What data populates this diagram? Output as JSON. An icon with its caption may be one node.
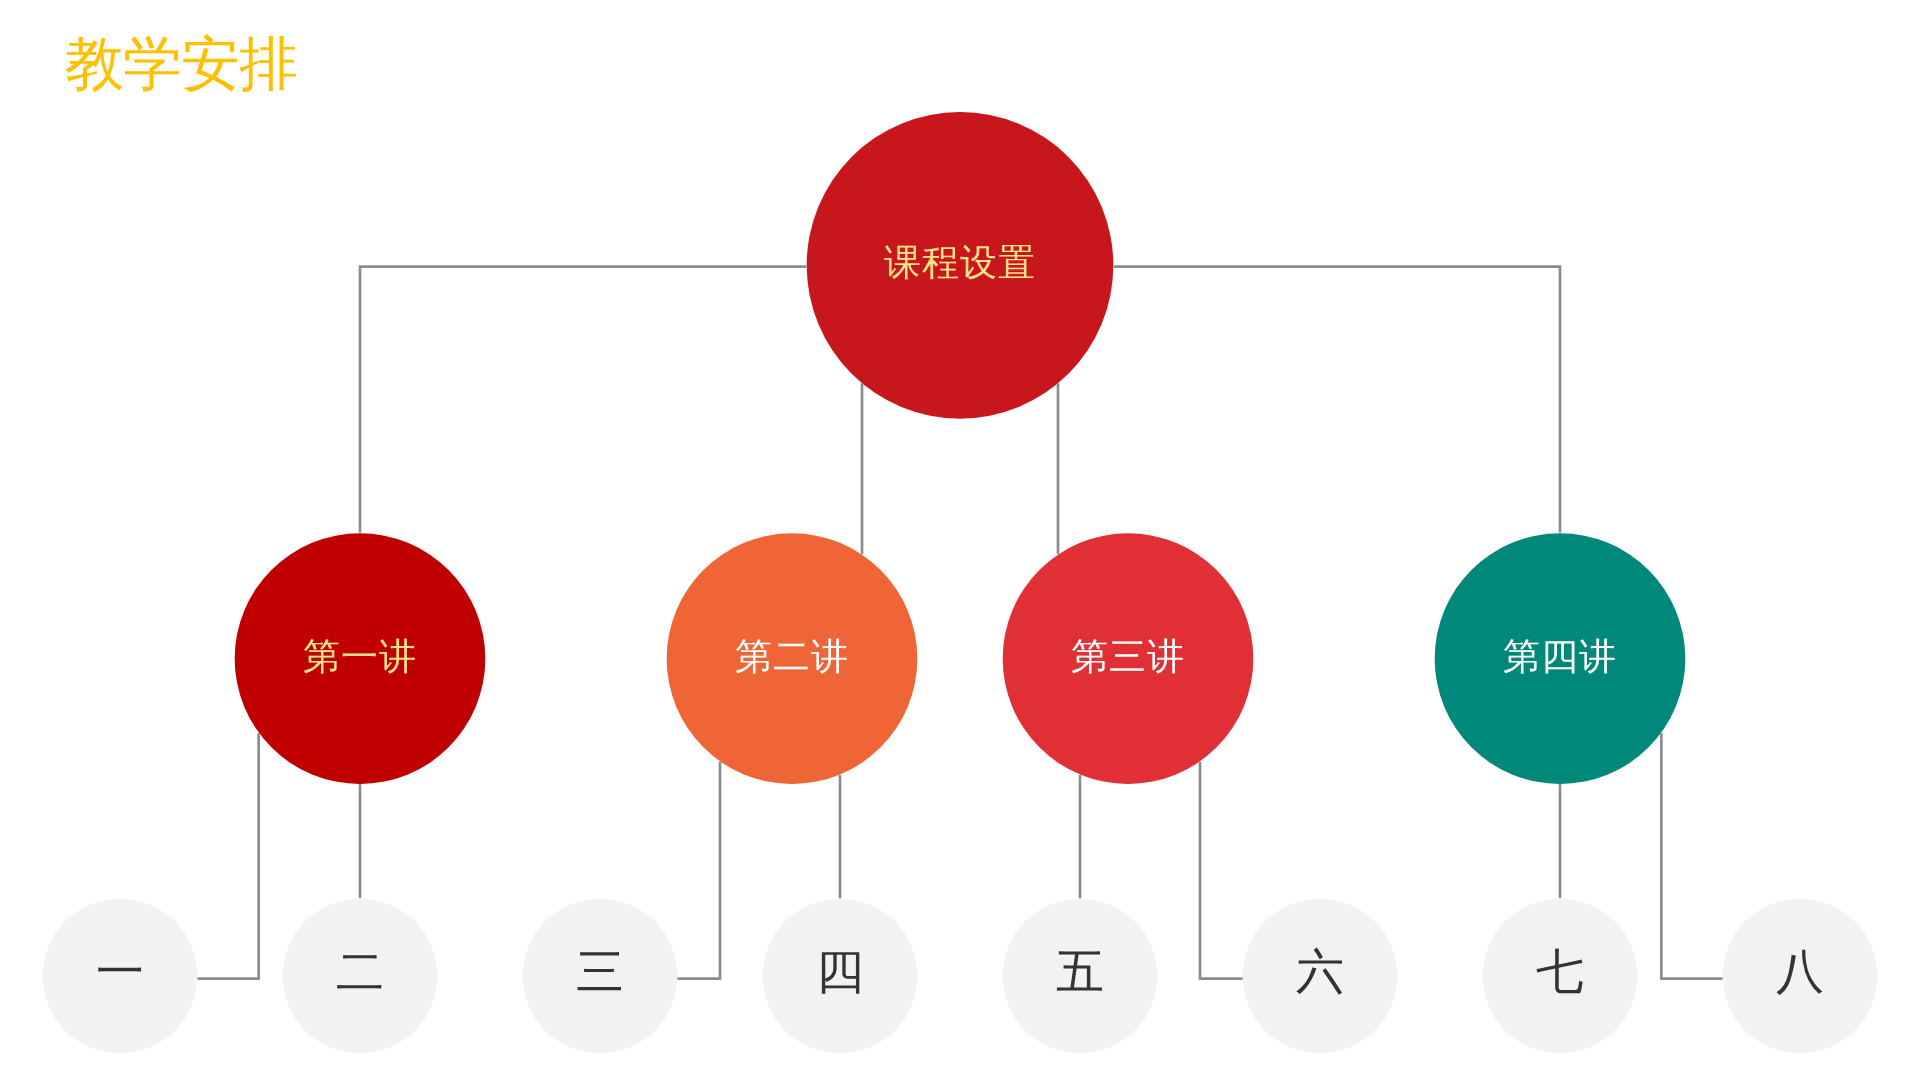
{
  "diagram": {
    "title": "教学安排",
    "nodes": [
      {
        "text": [
          "课程设置"
        ]
      },
      {
        "text": [
          "第一讲"
        ]
      },
      {
        "text": [
          "第二讲"
        ]
      },
      {
        "text": [
          "第三讲"
        ]
      },
      {
        "text": [
          "第四讲"
        ]
      },
      {
        "text": [
          "一"
        ]
      },
      {
        "text": [
          "二"
        ]
      },
      {
        "text": [
          "三"
        ]
      },
      {
        "text": [
          "四"
        ]
      },
      {
        "text": [
          "五"
        ]
      },
      {
        "text": [
          "六"
        ]
      },
      {
        "text": [
          "七"
        ]
      },
      {
        "text": [
          "八"
        ]
      }
    ],
    "edges": [
      {
        "from": 0,
        "to": 1,
        "arrow": "none"
      },
      {
        "from": 0,
        "to": 2,
        "arrow": "none"
      },
      {
        "from": 0,
        "to": 3,
        "arrow": "none"
      },
      {
        "from": 0,
        "to": 4,
        "arrow": "none"
      },
      {
        "from": 1,
        "to": 5,
        "arrow": "none"
      },
      {
        "from": 1,
        "to": 6,
        "arrow": "none"
      },
      {
        "from": 2,
        "to": 7,
        "arrow": "none"
      },
      {
        "from": 2,
        "to": 8,
        "arrow": "none"
      },
      {
        "from": 3,
        "to": 9,
        "arrow": "none"
      },
      {
        "from": 3,
        "to": 10,
        "arrow": "none"
      },
      {
        "from": 4,
        "to": 11,
        "arrow": "none"
      },
      {
        "from": 4,
        "to": 12,
        "arrow": "none"
      }
    ]
  }
}
